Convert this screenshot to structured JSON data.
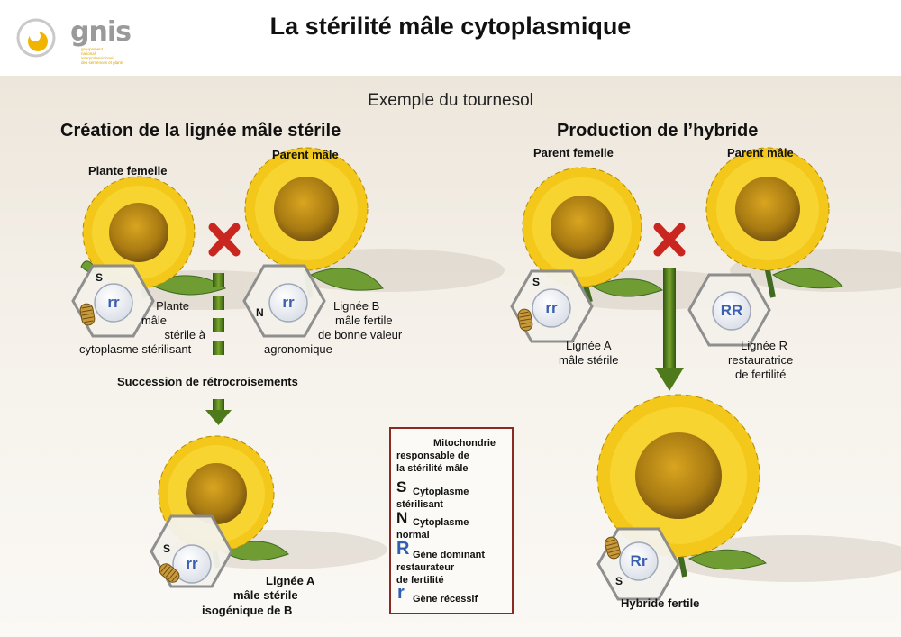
{
  "title": "La stérilité mâle cytoplasmique",
  "logo": {
    "name": "gnis",
    "tagline_lines": [
      "groupement",
      "national",
      "interprofessionnel",
      "des semences et plants"
    ]
  },
  "subtitle": "Exemple du tournesol",
  "left_section": {
    "heading": "Création de la lignée mâle stérile",
    "female_label": "Plante femelle",
    "male_label": "Parent mâle",
    "female_cytoplasm": "S",
    "female_genotype": "rr",
    "female_desc_lines": [
      "Plante",
      "mâle",
      "stérile à",
      "cytoplasme stérilisant"
    ],
    "male_cytoplasm": "N",
    "male_genotype": "rr",
    "male_desc_lines": [
      "Lignée B",
      "mâle fertile",
      "de bonne valeur",
      "agronomique"
    ],
    "process_label": "Succession de rétrocroisements",
    "result_cytoplasm": "S",
    "result_genotype": "rr",
    "result_desc_lines": [
      "Lignée A",
      "mâle stérile",
      "isogénique de B"
    ]
  },
  "right_section": {
    "heading": "Production de l’hybride",
    "female_label": "Parent femelle",
    "male_label": "Parent mâle",
    "female_cytoplasm": "S",
    "female_genotype": "rr",
    "female_desc_lines": [
      "Lignée A",
      "mâle stérile"
    ],
    "male_genotype": "RR",
    "male_desc_lines": [
      "Lignée R",
      "restauratrice",
      "de fertilité"
    ],
    "result_cytoplasm": "S",
    "result_genotype": "Rr",
    "result_desc": "Hybride fertile"
  },
  "legend": {
    "mito_lines": [
      "Mitochondrie",
      "responsable de",
      "la stérilité mâle"
    ],
    "s_symbol": "S",
    "s_lines": [
      "Cytoplasme",
      "stérilisant"
    ],
    "n_symbol": "N",
    "n_lines": [
      "Cytoplasme",
      "normal"
    ],
    "R_symbol": "R",
    "R_lines": [
      "Gène dominant",
      "restaurateur",
      "de fertilité"
    ],
    "r_symbol": "r",
    "r_text": "Gène récessif"
  },
  "colors": {
    "cross_mark": "#c8261e",
    "arrow_green": "#4f7a1c",
    "petal_yellow": "#f3c81a",
    "flower_center": "#b8860b",
    "genotype_blue": "#3a5fb0",
    "legend_border": "#8b2a22"
  }
}
